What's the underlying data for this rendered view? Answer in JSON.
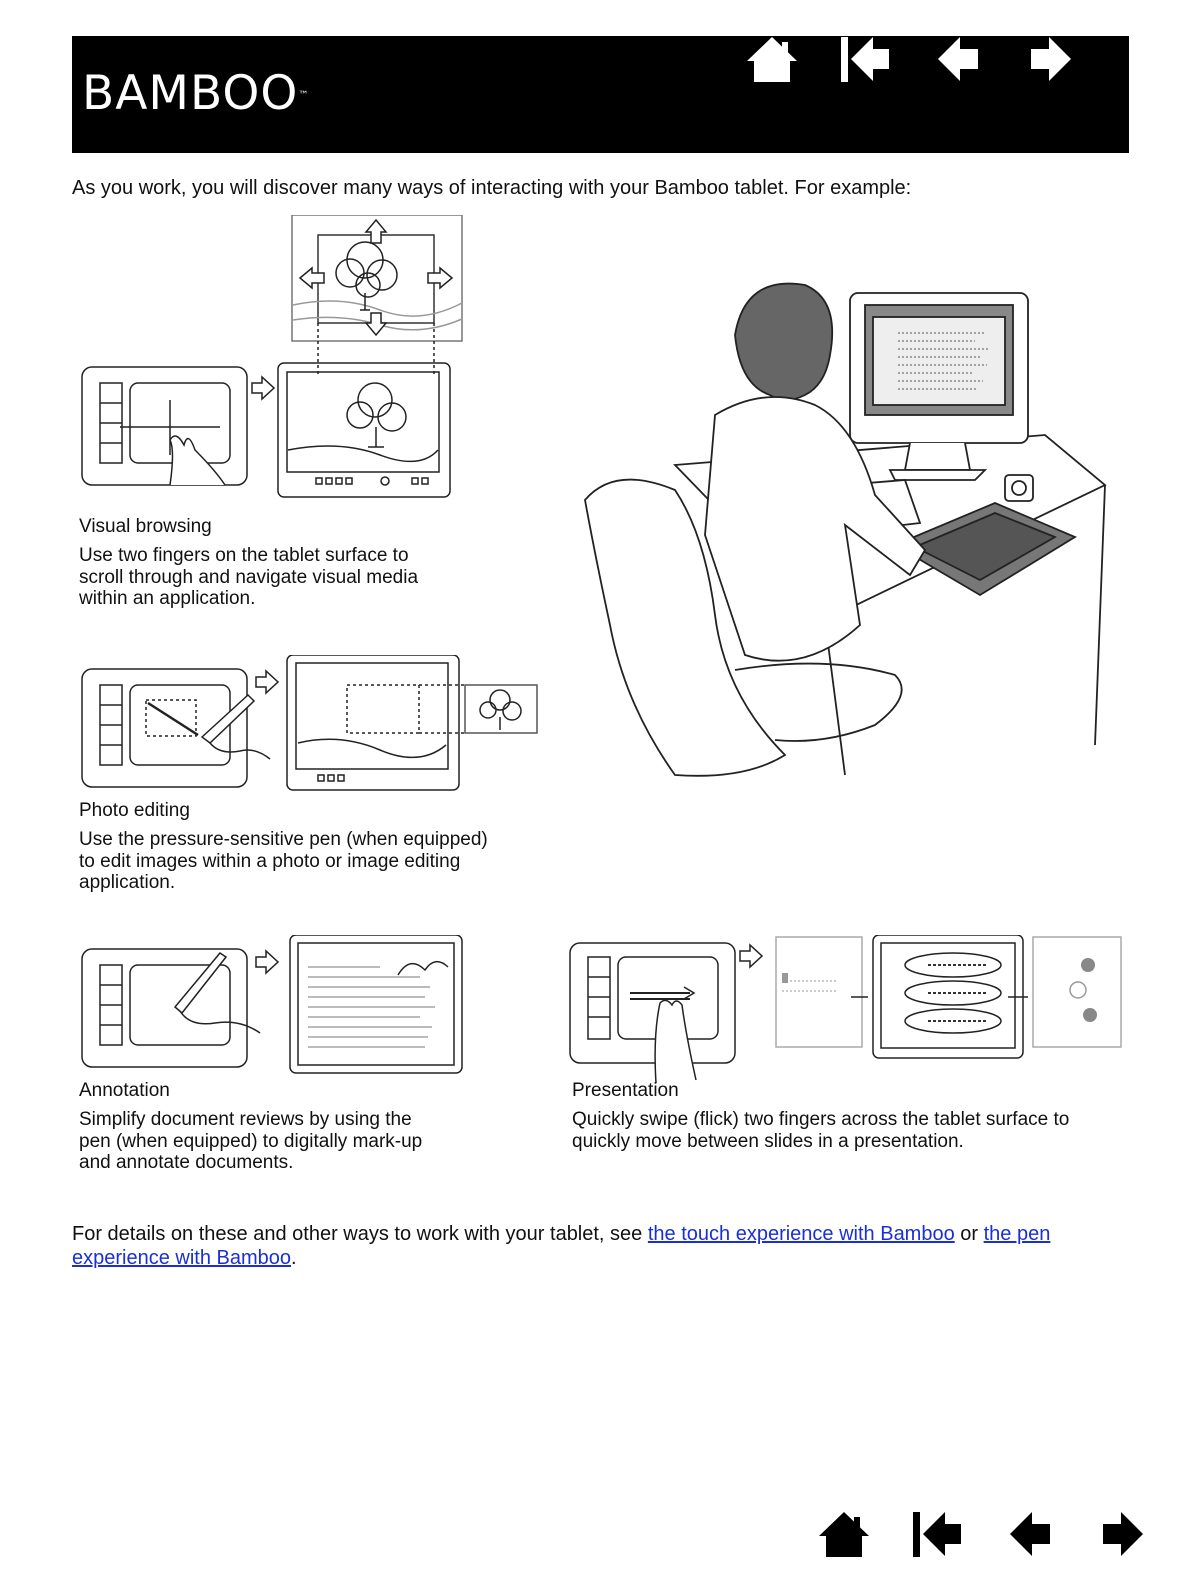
{
  "header": {
    "logo_text": "BAMBOO",
    "trademark": "™",
    "nav": {
      "home_icon": "home-icon",
      "first_icon": "first-page-icon",
      "prev_icon": "previous-page-icon",
      "next_icon": "next-page-icon"
    }
  },
  "intro": "As you work, you will discover many ways of interacting with your Bamboo tablet.  For example:",
  "sections": {
    "visual_browsing": {
      "title": "Visual browsing",
      "body_lines": [
        "Use two fingers on the tablet surface to",
        "scroll through and navigate visual media",
        "within an application."
      ]
    },
    "photo_editing": {
      "title": "Photo editing",
      "body_lines": [
        "Use the pressure-sensitive pen (when equipped)",
        "to edit images within a photo or image editing",
        "application."
      ]
    },
    "annotation": {
      "title": "Annotation",
      "body_lines": [
        "Simplify document reviews by using the",
        "pen (when equipped) to digitally mark-up",
        "and annotate documents."
      ]
    },
    "presentation": {
      "title": "Presentation",
      "body_lines": [
        "Quickly swipe (flick) two fingers across the tablet surface to",
        "quickly move between slides in a presentation."
      ]
    }
  },
  "footer": {
    "text_before": "For details on these and other ways to work with your tablet, see ",
    "link1": "the touch experience with Bamboo",
    "text_middle": " or ",
    "link2": "the pen experience with Bamboo",
    "text_after": "."
  },
  "colors": {
    "header_bg": "#000000",
    "link": "#1a2fd6",
    "text": "#111111"
  }
}
